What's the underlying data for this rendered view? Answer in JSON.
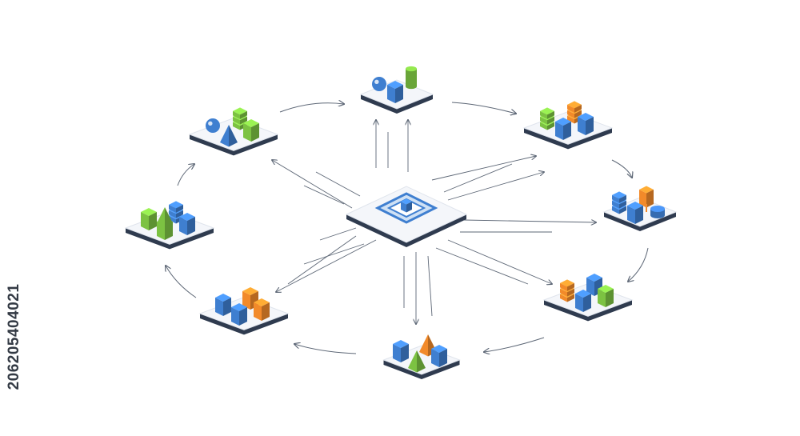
{
  "stock_id": "206205404021",
  "colors": {
    "background": "#ffffff",
    "platform_top": "#f4f6fa",
    "platform_side": "#2f3b4f",
    "connector": "#5d6776",
    "blue": "#3f7fd0",
    "green": "#7cc242",
    "orange": "#f28a2a"
  },
  "diagram": {
    "hub": {
      "label": "central-hub",
      "icon": "stacked-cube-icon"
    },
    "nodes": [
      {
        "id": "top",
        "blocks": [
          "blue-ring-icon",
          "green-cylinder-icon",
          "blue-cube-icon"
        ]
      },
      {
        "id": "top-right",
        "blocks": [
          "green-stack-icon",
          "orange-stack-icon",
          "blue-cube-icon",
          "blue-box-icon"
        ]
      },
      {
        "id": "right",
        "blocks": [
          "blue-stack-icon",
          "orange-tag-icon",
          "blue-disc-icon",
          "blue-cube-icon"
        ]
      },
      {
        "id": "bottom-right",
        "blocks": [
          "orange-stack-icon",
          "blue-cube-icon",
          "green-box-icon",
          "blue-box-icon"
        ]
      },
      {
        "id": "bottom",
        "blocks": [
          "blue-cube-icon",
          "orange-pyramid-icon",
          "blue-cube-icon",
          "green-pyramid-icon"
        ]
      },
      {
        "id": "bottom-left",
        "blocks": [
          "blue-cube-icon",
          "orange-cube-icon",
          "orange-cube-icon",
          "blue-cube-icon"
        ]
      },
      {
        "id": "left",
        "blocks": [
          "green-cube-icon",
          "blue-stack-icon",
          "blue-cube-icon",
          "green-house-icon"
        ]
      },
      {
        "id": "top-left",
        "blocks": [
          "blue-sphere-icon",
          "green-stack-icon",
          "green-cube-icon",
          "blue-pyramid-icon"
        ]
      }
    ]
  }
}
